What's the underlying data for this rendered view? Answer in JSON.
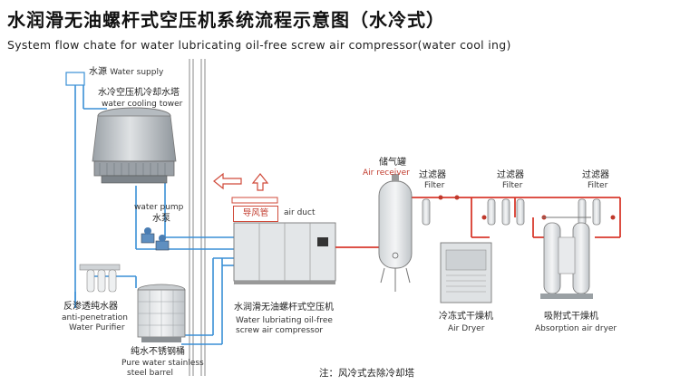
{
  "title_cn": "水润滑无油螺杆式空压机系统流程示意图（水冷式）",
  "title_en": "System flow chate for water lubricating oil-free screw air compressor(water cool ing)",
  "labels": {
    "water_supply_cn": "水源",
    "water_supply_en": "Water supply",
    "tower_cn": "水冷空压机冷却水塔",
    "tower_en": "water cooling tower",
    "pump_en": "water pump",
    "pump_cn": "水泵",
    "duct_cn": "导风管",
    "duct_en": "air duct",
    "receiver_cn": "储气罐",
    "receiver_en": "Air receiver",
    "filter_cn": "过滤器",
    "filter_en": "Filter",
    "purifier_cn": "反渗透纯水器",
    "purifier_en1": "anti-penetration",
    "purifier_en2": "Water Purifier",
    "barrel_cn": "纯水不锈钢桶",
    "barrel_en1": "Pure water stainless",
    "barrel_en2": "steel barrel",
    "compressor_cn": "水润滑无油螺杆式空压机",
    "compressor_en1": "Water lubriating oil-free",
    "compressor_en2": "screw air compressor",
    "dryer_cn": "冷冻式干燥机",
    "dryer_en": "Air Dryer",
    "abs_dryer_cn": "吸附式干燥机",
    "abs_dryer_en": "Absorption air dryer",
    "note": "注：风冷式去除冷却塔"
  },
  "colors": {
    "water_line": "#3a8fd6",
    "air_line": "#d83a2e",
    "equipment": "#e8eaec",
    "outline": "#777777"
  }
}
